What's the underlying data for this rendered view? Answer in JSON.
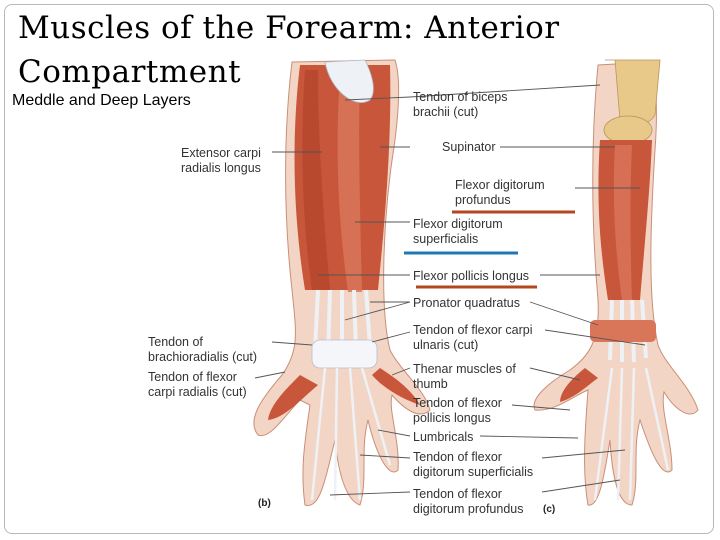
{
  "slide": {
    "title_line1": "Muscles of the Forearm: Anterior",
    "title_line2": "Compartment",
    "subtitle": "Meddle and Deep Layers"
  },
  "figure": {
    "panel_b": "(b)",
    "panel_c": "(c)",
    "left_labels": [
      [
        "Extensor carpi",
        "radialis longus"
      ],
      [
        "Tendon of",
        "brachioradialis (cut)"
      ],
      [
        "Tendon of flexor",
        "carpi radialis (cut)"
      ]
    ],
    "center_labels": [
      [
        "Tendon of biceps",
        "brachii (cut)"
      ],
      [
        "Supinator"
      ],
      [
        "Flexor digitorum",
        "profundus"
      ],
      [
        "Flexor digitorum",
        "superficialis"
      ],
      [
        "Flexor pollicis longus"
      ],
      [
        "Pronator quadratus"
      ],
      [
        "Tendon of flexor carpi",
        "ulnaris (cut)"
      ],
      [
        "Thenar muscles of",
        "thumb"
      ],
      [
        "Tendon of flexor",
        "pollicis longus"
      ],
      [
        "Lumbricals"
      ],
      [
        "Tendon of flexor",
        "digitorum superficialis"
      ],
      [
        "Tendon of flexor",
        "digitorum profundus"
      ]
    ],
    "underline_colors": {
      "flexor_digitorum_profundus": "#b5471f",
      "flexor_digitorum_superficialis": "#1f78b4",
      "flexor_pollicis_longus": "#b5471f"
    },
    "colors": {
      "muscle": "#c8563a",
      "muscle_light": "#d9765a",
      "tendon": "#eef1f5",
      "bone": "#e8c98a",
      "skin": "#f3d5c5"
    }
  }
}
